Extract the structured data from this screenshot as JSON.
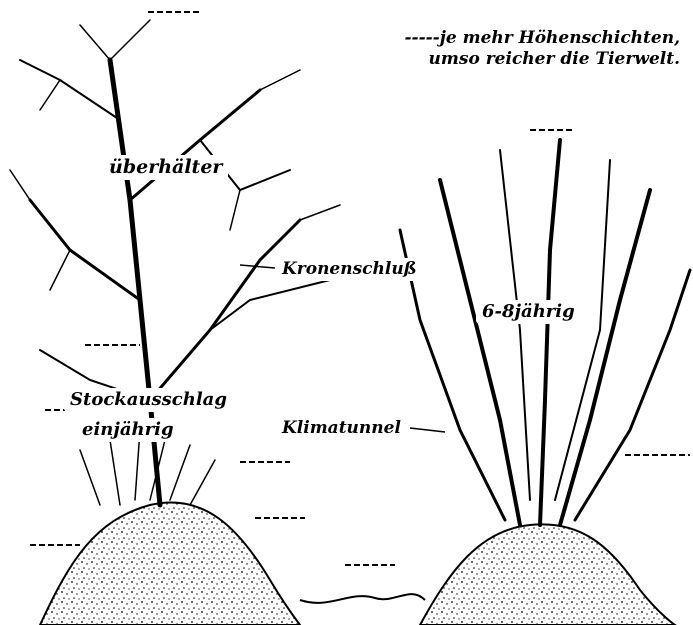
{
  "note": {
    "line1": "-----je mehr Höhenschichten,",
    "line2": "umso reicher die Tierwelt."
  },
  "labels": {
    "ueberhaelter": "überhälter",
    "kronenschluss": "Kronenschluß",
    "sechs_acht": "6-8jährig",
    "stockausschlag": "Stockausschlag",
    "einjaehrig": "einjährig",
    "klimatunnel": "Klimatunnel"
  },
  "colors": {
    "ink": "#000000",
    "paper": "#ffffff"
  }
}
